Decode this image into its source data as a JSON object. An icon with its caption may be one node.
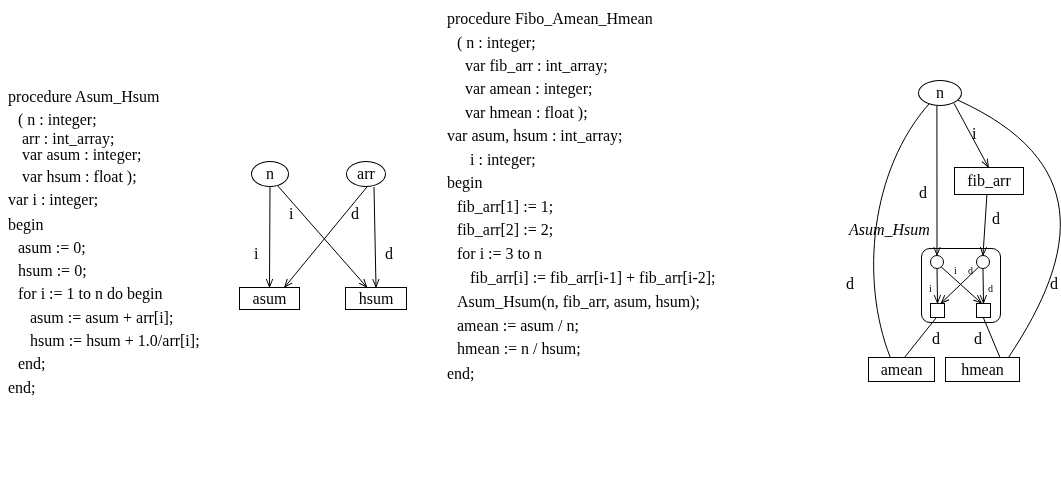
{
  "diagram": {
    "nodes": [
      {
        "text": [
          "n"
        ]
      },
      {
        "text": [
          "arr"
        ]
      },
      {
        "text": [
          "asum"
        ]
      },
      {
        "text": [
          "hsum"
        ]
      },
      {
        "text": [
          "n"
        ]
      },
      {
        "text": [
          "fib_arr"
        ]
      },
      {
        "text": [
          "Asum_Hsum"
        ]
      },
      {
        "text": [],
        "shape": "circle",
        "in": 6
      },
      {
        "text": [],
        "shape": "circle",
        "in": 6
      },
      {
        "text": [],
        "shape": "box",
        "in": 6
      },
      {
        "text": [],
        "shape": "box",
        "in": 6
      },
      {
        "text": [
          "amean"
        ]
      },
      {
        "text": [
          "hmean"
        ]
      }
    ],
    "edges": [
      {
        "from": 0,
        "to": 2,
        "arrow": "to",
        "label": "i"
      },
      {
        "from": 0,
        "to": 3,
        "arrow": "to",
        "label": "i"
      },
      {
        "from": 1,
        "to": 2,
        "arrow": "to",
        "label": "d"
      },
      {
        "from": 1,
        "to": 3,
        "arrow": "to",
        "label": "d"
      },
      {
        "from": 4,
        "to": 5,
        "arrow": "to",
        "label": "i"
      },
      {
        "from": 4,
        "to": 7,
        "arrow": "to",
        "label": "d"
      },
      {
        "from": 5,
        "to": 8,
        "arrow": "to",
        "label": "d"
      },
      {
        "from": 7,
        "to": 9,
        "arrow": "to",
        "label": "i"
      },
      {
        "from": 7,
        "to": 10,
        "arrow": "to",
        "label": "i"
      },
      {
        "from": 8,
        "to": 9,
        "arrow": "to",
        "label": "d"
      },
      {
        "from": 8,
        "to": 10,
        "arrow": "to",
        "label": "d"
      },
      {
        "from": 9,
        "to": 11,
        "arrow": "none",
        "label": "d"
      },
      {
        "from": 10,
        "to": 12,
        "arrow": "none",
        "label": "d"
      },
      {
        "from": 4,
        "to": 11,
        "arrow": "none",
        "label": "d"
      },
      {
        "from": 4,
        "to": 12,
        "arrow": "none",
        "label": "d"
      }
    ],
    "labels": [
      "procedure Asum_Hsum",
      "( n : integer;",
      "arr : int_array;",
      "var asum : integer;",
      "var hsum : float );",
      "var i : integer;",
      "begin",
      "asum := 0;",
      "hsum := 0;",
      "for i := 1 to n do begin",
      "asum := asum + arr[i];",
      "hsum := hsum + 1.0/arr[i];",
      "end;",
      "end;",
      "procedure Fibo_Amean_Hmean",
      "( n : integer;",
      "var fib_arr : int_array;",
      "var amean : integer;",
      "var hmean : float );",
      "var asum, hsum : int_array;",
      "i : integer;",
      "begin",
      "fib_arr[1] := 1;",
      "fib_arr[2] := 2;",
      "for i := 3 to n",
      "fib_arr[i] := fib_arr[i-1] + fib_arr[i-2];",
      "Asum_Hsum(n, fib_arr, asum, hsum);",
      "amean := asum / n;",
      "hmean := n / hsum;",
      "end;"
    ]
  }
}
